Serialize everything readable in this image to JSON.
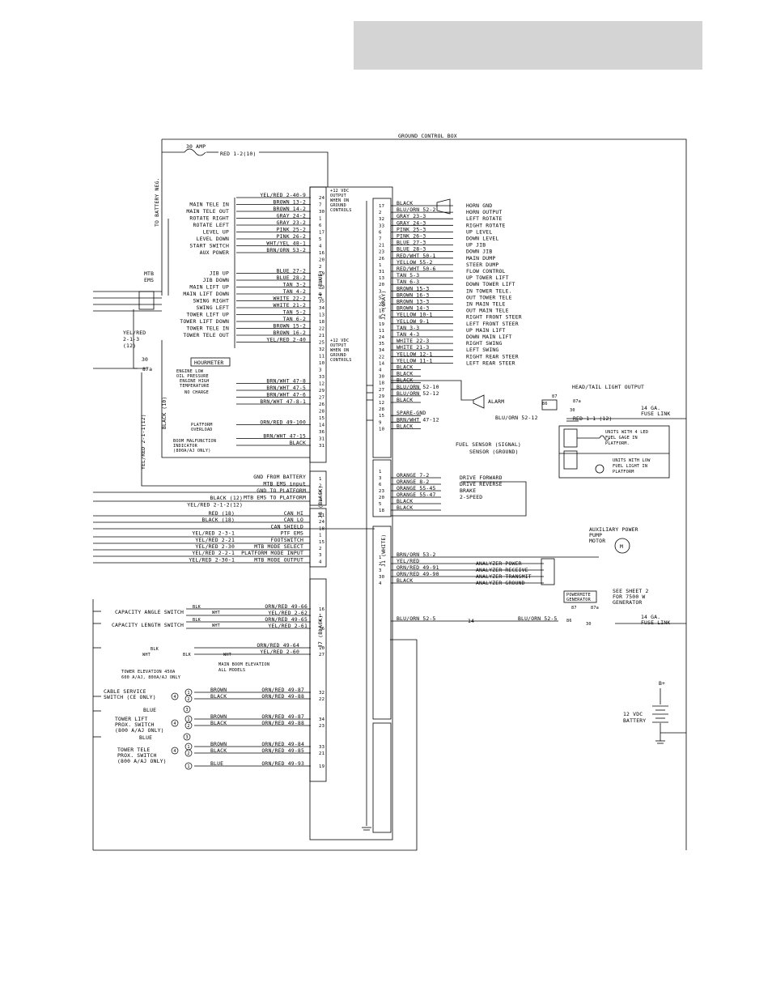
{
  "ground_control_box": "GROUND CONTROL BOX",
  "top": {
    "fuse_30a": "30 AMP",
    "red_1_2": "RED 1-2(10)",
    "to_battery_neg": "TO BATTERY NEG.",
    "mtb_ems": [
      "MTB",
      "EMS"
    ],
    "yel_red_213": [
      "YEL/RED",
      "2-1-3",
      "(12)"
    ],
    "relay_30": "30",
    "relay_87a": "87a",
    "black_10": "BLACK (10)",
    "yel_red_2112": "YEL/RED 2-1-1(12)"
  },
  "j4": {
    "name": "J4 (BLUE)",
    "output_note": [
      "+12 VDC",
      "OUTPUT",
      "WHEN ON",
      "GROUND",
      "CONTROLS"
    ],
    "output_note2": [
      "+12 VDC",
      "OUTPUT",
      "WHEN ON",
      "GROUND",
      "CONTROLS"
    ],
    "rows": [
      {
        "fn": "",
        "wire": "YEL/RED 2-40-9",
        "pin": "24"
      },
      {
        "fn": "MAIN TELE IN",
        "wire": "BROWN 13-2",
        "pin": "7"
      },
      {
        "fn": "MAIN TELE OUT",
        "wire": "BROWN 14-2",
        "pin": "30"
      },
      {
        "fn": "ROTATE RIGHT",
        "wire": "GRAY 24-2",
        "pin": "1"
      },
      {
        "fn": "ROTATE LEFT",
        "wire": "GRAY 23-2",
        "pin": "6"
      },
      {
        "fn": "LEVEL UP",
        "wire": "PINK 25-2",
        "pin": "17"
      },
      {
        "fn": "LEVEL DOWN",
        "wire": "PINK 26-2",
        "pin": "5"
      },
      {
        "fn": "START SWITCH",
        "wire": "WHT/YEL 48-1",
        "pin": "4"
      },
      {
        "fn": "AUX POWER",
        "wire": "BRN/ORN 53-2",
        "pin": "16"
      },
      {
        "fn": "",
        "wire": "",
        "pin": "20"
      },
      {
        "fn": "",
        "wire": "",
        "pin": "2"
      },
      {
        "fn": "JIB UP",
        "wire": "BLUE 27-2",
        "pin": "19"
      },
      {
        "fn": "JIB DOWN",
        "wire": "BLUE 28-2",
        "pin": "8"
      },
      {
        "fn": "MAIN LIFT UP",
        "wire": "TAN 3-2",
        "pin": "23"
      },
      {
        "fn": "MAIN LIFT DOWN",
        "wire": "TAN 4-2",
        "pin": "9"
      },
      {
        "fn": "SWING RIGHT",
        "wire": "WHITE 22-2",
        "pin": "35"
      },
      {
        "fn": "SWING LEFT",
        "wire": "WHITE 21-2",
        "pin": "34"
      },
      {
        "fn": "TOWER LIFT UP",
        "wire": "TAN 5-2",
        "pin": "13"
      },
      {
        "fn": "TOWER LIFT DOWN",
        "wire": "TAN 6-2",
        "pin": "18"
      },
      {
        "fn": "TOWER TELE IN",
        "wire": "BROWN 15-2",
        "pin": "22"
      },
      {
        "fn": "TOWER TELE OUT",
        "wire": "BROWN 16-2",
        "pin": "21"
      },
      {
        "fn": "",
        "wire": "YEL/RED 2-40",
        "pin": "25"
      },
      {
        "fn": "",
        "wire": "",
        "pin": "32"
      },
      {
        "fn": "",
        "wire": "",
        "pin": "11"
      },
      {
        "fn": "",
        "wire": "",
        "pin": "10"
      },
      {
        "fn": "",
        "wire": "",
        "pin": "3"
      },
      {
        "fn": "",
        "wire": "",
        "pin": "33"
      },
      {
        "fn": "",
        "wire": "BRN/WHT 47-8",
        "pin": "12"
      },
      {
        "fn": "",
        "wire": "BRN/WHT 47-5",
        "pin": "29"
      },
      {
        "fn": "",
        "wire": "BRN/WHT 47-6",
        "pin": "27"
      },
      {
        "fn": "",
        "wire": "BRN/WHT 47-8-1",
        "pin": "26"
      },
      {
        "fn": "",
        "wire": "",
        "pin": "28"
      },
      {
        "fn": "",
        "wire": "",
        "pin": "15"
      },
      {
        "fn": "",
        "wire": "ORN/RED 49-100",
        "pin": "14"
      },
      {
        "fn": "",
        "wire": "",
        "pin": "36"
      },
      {
        "fn": "",
        "wire": "BRN/WHT 47-15",
        "pin": "31"
      },
      {
        "fn": "",
        "wire": "BLACK",
        "pin": "31"
      }
    ],
    "hourmeter": "HOURMETER",
    "engine_low_oil": [
      "ENGINE LOW",
      "OIL PRESSURE"
    ],
    "engine_high_temp": [
      "ENGINE HIGH",
      "TEMPERATURE"
    ],
    "no_charge": "NO CHARGE",
    "platform_overload": [
      "PLATFORM",
      "OVERLOAD"
    ],
    "boom_malfunction": [
      "BOOM MALFUNCTION",
      "INDICATOR",
      "(800A/AJ ONLY)"
    ]
  },
  "j2": {
    "name": "J2 (GRAY)",
    "rows": [
      {
        "pin": "17",
        "wire": "BLACK",
        "fn": "HORN GND"
      },
      {
        "pin": "2",
        "wire": "BLU/ORN 52-2",
        "fn": "HORN OUTPUT"
      },
      {
        "pin": "32",
        "wire": "GRAY 23-3",
        "fn": "LEFT ROTATE"
      },
      {
        "pin": "33",
        "wire": "GRAY 24-3",
        "fn": "RIGHT ROTATE"
      },
      {
        "pin": "6",
        "wire": "PINK 25-3",
        "fn": "UP LEVEL"
      },
      {
        "pin": "7",
        "wire": "PINK 26-3",
        "fn": "DOWN LEVEL"
      },
      {
        "pin": "21",
        "wire": "BLUE 27-3",
        "fn": "UP JIB"
      },
      {
        "pin": "23",
        "wire": "BLUE 28-3",
        "fn": "DOWN JIB"
      },
      {
        "pin": "26",
        "wire": "RED/WHT 50-1",
        "fn": "MAIN DUMP"
      },
      {
        "pin": "1",
        "wire": "YELLOW 55-2",
        "fn": "STEER DUMP"
      },
      {
        "pin": "31",
        "wire": "RED/WHT 50-6",
        "fn": "FLOW CONTROL"
      },
      {
        "pin": "13",
        "wire": "TAN 5-3",
        "fn": "UP TOWER LIFT"
      },
      {
        "pin": "20",
        "wire": "TAN 6-3",
        "fn": "DOWN TOWER LIFT"
      },
      {
        "pin": "3",
        "wire": "BROWN 15-3",
        "fn": "IN TOWER TELE."
      },
      {
        "pin": "5",
        "wire": "BROWN 16-3",
        "fn": "OUT TOWER TELE"
      },
      {
        "pin": "25",
        "wire": "BROWN 13-3",
        "fn": "IN MAIN TELE"
      },
      {
        "pin": "16",
        "wire": "BROWN 14-3",
        "fn": "OUT MAIN TELE"
      },
      {
        "pin": "8",
        "wire": "YELLOW 10-1",
        "fn": "RIGHT FRONT STEER"
      },
      {
        "pin": "19",
        "wire": "YELLOW 9-1",
        "fn": "LEFT FRONT STEER"
      },
      {
        "pin": "11",
        "wire": "TAN 3-3",
        "fn": "UP MAIN LIFT"
      },
      {
        "pin": "24",
        "wire": "TAN 4-3",
        "fn": "DOWN MAIN LIFT"
      },
      {
        "pin": "35",
        "wire": "WHITE 22-3",
        "fn": "RIGHT SWING"
      },
      {
        "pin": "34",
        "wire": "WHITE 21-3",
        "fn": "LEFT SWING"
      },
      {
        "pin": "22",
        "wire": "YELLOW 12-1",
        "fn": "RIGHT REAR STEER"
      },
      {
        "pin": "14",
        "wire": "YELLOW 11-1",
        "fn": "LEFT REAR STEER"
      },
      {
        "pin": "4",
        "wire": "BLACK",
        "fn": ""
      },
      {
        "pin": "30",
        "wire": "BLACK",
        "fn": ""
      },
      {
        "pin": "18",
        "wire": "BLACK",
        "fn": ""
      },
      {
        "pin": "27",
        "wire": "BLU/ORN 52-10",
        "fn": ""
      },
      {
        "pin": "29",
        "wire": "BLU/ORN 52-12",
        "fn": ""
      },
      {
        "pin": "12",
        "wire": "BLACK",
        "fn": ""
      },
      {
        "pin": "28",
        "wire": "",
        "fn": ""
      },
      {
        "pin": "15",
        "wire": "SPARE-GND",
        "fn": ""
      },
      {
        "pin": "9",
        "wire": "BRN/WHT 47-12",
        "fn": ""
      },
      {
        "pin": "10",
        "wire": "BLACK",
        "fn": ""
      }
    ],
    "alarm": "ALARM",
    "head_tail": "HEAD/TAIL LIGHT OUTPUT",
    "relay_87": "87",
    "relay_87a": "87a",
    "relay_86": "86",
    "relay_30": "30",
    "red_1_1": "RED 1-1 (12)",
    "fuse_link": [
      "14 GA.",
      "FUSE LINK"
    ],
    "blu_orn_5212": "BLU/ORN 52-12",
    "fuel_sensor": "FUEL SENSOR (SIGNAL)",
    "sensor_ground": "SENSOR (GROUND)",
    "units_4_led": [
      "UNITS WITH 4 LED",
      "FUEL GAGE IN",
      "PLATFORM."
    ],
    "units_low_fuel": [
      "UNITS WITH LOW",
      "FUEL LIGHT IN",
      "PLATFORM"
    ]
  },
  "j8": {
    "name": "J8 (BLACK)",
    "left_labels": [
      {
        "wire": "",
        "fn": "GND FROM BATTERY",
        "pin": "1"
      },
      {
        "wire": "",
        "fn": "MTB EMS input",
        "pin": "2"
      },
      {
        "wire": "BLACK (12)",
        "fn": "GND TO PLATFORM",
        "pin": "3"
      },
      {
        "wire": "YEL/RED 2-1-2(12)",
        "fn": "MTB EMS TO PLATFORM",
        "pin": "4"
      }
    ],
    "rows": [
      {
        "pin": "1",
        "wire": ""
      },
      {
        "pin": "3",
        "wire": "ORANGE 7-2",
        "fn": "DRIVE FORWARD"
      },
      {
        "pin": "6",
        "wire": "ORANGE 8-2",
        "fn": "DRIVE REVERSE"
      },
      {
        "pin": "23",
        "wire": "ORANGE 55-45",
        "fn": "BRAKE"
      },
      {
        "pin": "20",
        "wire": "ORANGE 55-47",
        "fn": "2-SPEED"
      },
      {
        "pin": "5",
        "wire": "BLACK"
      },
      {
        "pin": "18",
        "wire": "BLACK"
      }
    ]
  },
  "j1": {
    "name": "J1 (WHITE)",
    "left_rows": [
      {
        "wire": "RED (18)",
        "fn": "CAN HI",
        "pin": "11"
      },
      {
        "wire": "BLACK (18)",
        "fn": "CAN LO",
        "pin": "24"
      },
      {
        "wire": "",
        "fn": "CAN SHIELD",
        "pin": "18"
      },
      {
        "wire": "YEL/RED 2-3-1",
        "fn": "PTF EMS",
        "pin": "1"
      },
      {
        "wire": "YEL/RED 2-21",
        "fn": "FOOTSWITCH",
        "pin": "15"
      },
      {
        "wire": "YEL/RED 2-30",
        "fn": "MTB MODE SELECT",
        "pin": "2"
      },
      {
        "wire": "YEL/RED 2-2-1",
        "fn": "PLATFORM MODE INPUT",
        "pin": "3"
      },
      {
        "wire": "YEL/RED 2-30-1",
        "fn": "MTB MODE OUTPUT",
        "pin": "4"
      }
    ],
    "right_rows": [
      {
        "pin": "1",
        "wire": "BRN/ORN 53-2"
      },
      {
        "pin": "2",
        "wire": "YEL/RED",
        "fn": "ANALYZER POWER"
      },
      {
        "pin": "3",
        "wire": "ORN/RED 49-91",
        "fn": "ANALYZER RECEIVE"
      },
      {
        "pin": "30",
        "wire": "ORN/RED 49-90",
        "fn": "ANALYZER TRANSMIT"
      },
      {
        "pin": "4",
        "wire": "BLACK",
        "fn": "ANALYZER GROUND"
      }
    ],
    "aux_pump": [
      "AUXILIARY POWER",
      "PUMP",
      "MOTOR"
    ],
    "motor": "M",
    "powermite": [
      "POWERMITE",
      "GENERATOR"
    ],
    "see_sheet": [
      "SEE SHEET 2",
      "FOR 7500 W",
      "GENERATOR"
    ],
    "blu_orn_525_a": "BLU/ORN 52-5",
    "blu_orn_525_b": "BLU/ORN 52-5",
    "wire_14": "14",
    "fuse_link2": [
      "14 GA.",
      "FUSE LINK"
    ],
    "relay_87": "87",
    "relay_87a": "87a",
    "relay_30": "30",
    "relay_86": "86"
  },
  "j7": {
    "name": "J7 (BLACK)",
    "rows": [
      {
        "fn": "CAPACITY ANGLE SWITCH",
        "c1": "BLK",
        "c2": "WHT",
        "wire": "ORN/RED 49-66",
        "pin": "16"
      },
      {
        "fn": "",
        "c1": "",
        "c2": "",
        "wire": "YEL/RED 2-62",
        "pin": "1"
      },
      {
        "fn": "CAPACITY LENGTH SWITCH",
        "c1": "BLK",
        "c2": "WHT",
        "wire": "ORN/RED 49-65",
        "pin": "7"
      },
      {
        "fn": "",
        "c1": "",
        "c2": "",
        "wire": "YEL/RED 2-61",
        "pin": "26"
      }
    ],
    "tower_elev_rows": [
      {
        "wire": "ORN/RED 49-64",
        "pin": "10"
      },
      {
        "wire": "YEL/RED 2-60",
        "pin": "27"
      }
    ],
    "tower_elevation": [
      "TOWER ELEVATION 450A",
      "600 A/AJ, 800A/AJ ONLY"
    ],
    "main_boom_elevation": [
      "MAIN BOOM ELEVATION",
      "ALL MODELS"
    ],
    "blk": "BLK",
    "wht": "WHT",
    "brown": "BROWN",
    "black": "BLACK",
    "blue": "BLUE",
    "cable_service": [
      "CABLE SERVICE",
      "SWITCH (CE ONLY)"
    ],
    "tower_lift_prox": [
      "TOWER LIFT",
      "PROX. SWITCH",
      "(800 A/AJ ONLY)"
    ],
    "tower_tele_prox": [
      "TOWER TELE",
      "PROX. SWITCH",
      "(800 A/AJ ONLY)"
    ],
    "prox_rows": [
      {
        "wire": "ORN/RED 49-87",
        "pin": "32"
      },
      {
        "wire": "ORN/RED 49-88",
        "pin": "22"
      },
      {
        "wire": "ORN/RED 49-87",
        "pin": "34"
      },
      {
        "wire": "ORN/RED 49-88",
        "pin": "23"
      },
      {
        "wire": "ORN/RED 49-84",
        "pin": "33"
      },
      {
        "wire": "ORN/RED 49-85",
        "pin": "21"
      },
      {
        "wire": "ORN/RED 49-93",
        "pin": "19"
      }
    ]
  },
  "battery": {
    "bplus": "B+",
    "label": [
      "12 VDC",
      "BATTERY"
    ]
  }
}
